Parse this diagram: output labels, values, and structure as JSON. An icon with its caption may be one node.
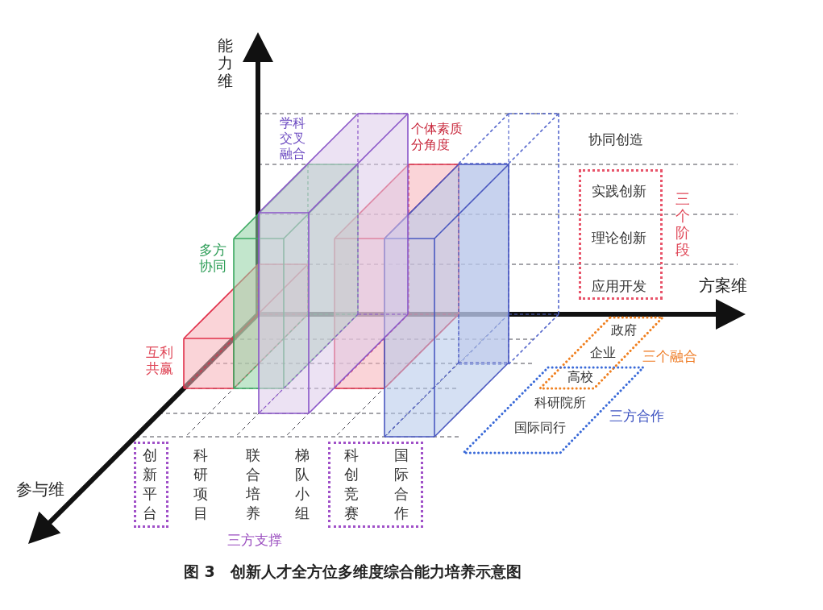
{
  "diagram": {
    "caption": "图 3　创新人才全方位多维度综合能力培养示意图",
    "nodes": [
      {
        "text": [
          "实践创新",
          "理论创新",
          "应用开发"
        ],
        "beside": [
          "三个阶段"
        ]
      },
      {
        "text": [
          "政府",
          "企业",
          "高校"
        ],
        "beside": [
          "三个融合"
        ]
      },
      {
        "text": [
          "科研院所",
          "国际同行"
        ],
        "beside": [
          "三方合作"
        ]
      },
      {
        "text": [
          "创新平台"
        ]
      },
      {
        "text": [
          "科创竞赛",
          "国际合作"
        ]
      }
    ],
    "labels": [
      "能力维",
      "学科交叉融合",
      "个体素质分角度",
      "协同创造",
      "多方协同",
      "方案维",
      "互利共赢",
      "科研项目",
      "联合培养",
      "梯队小组",
      "参与维",
      "三方支撑"
    ]
  }
}
